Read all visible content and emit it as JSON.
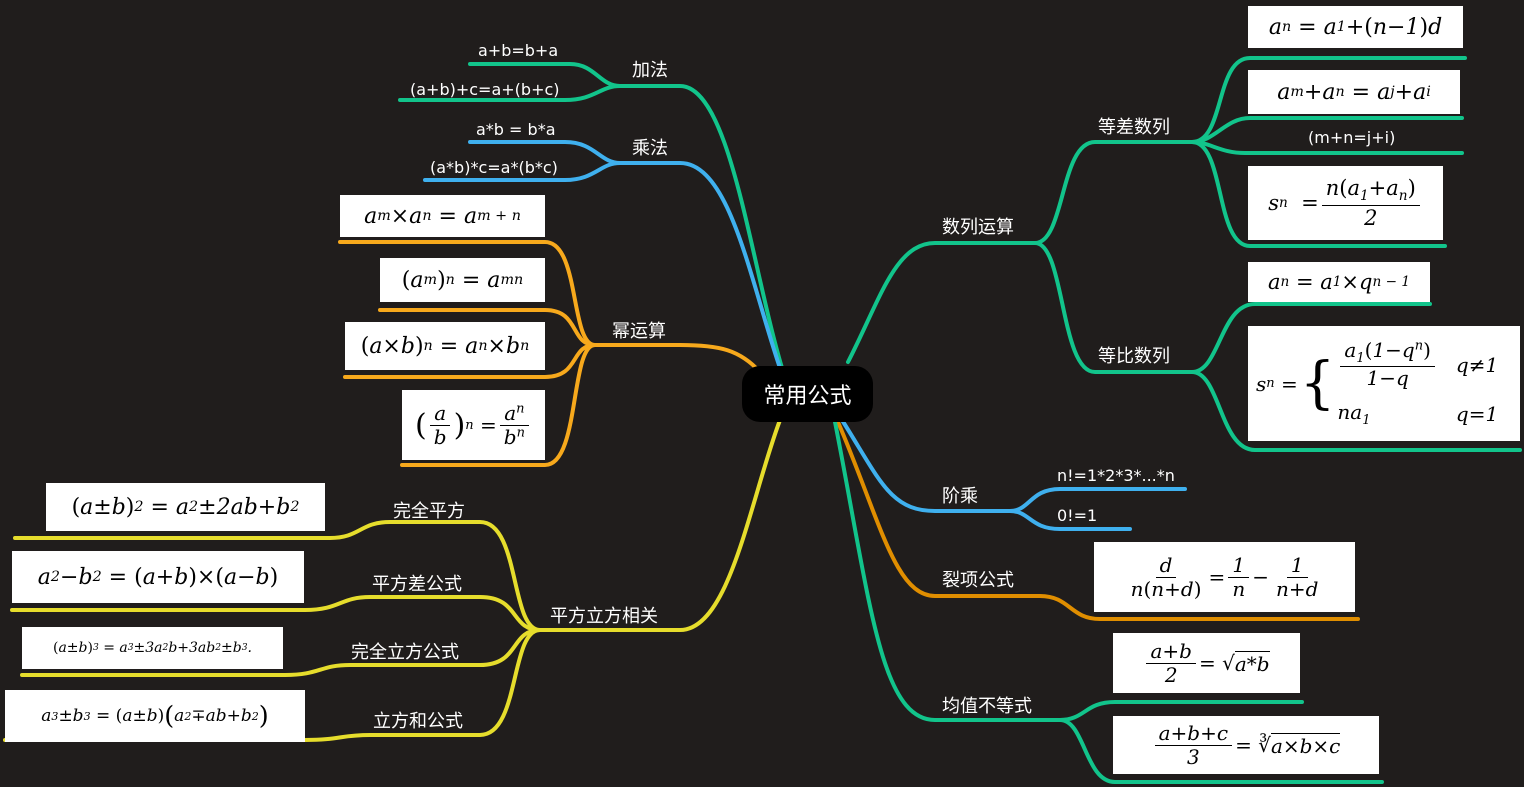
{
  "root": {
    "label": "常用公式"
  },
  "colors": {
    "background": "#201d1c",
    "green": "#12c48b",
    "blue": "#3fb0ee",
    "orange": "#f7a91c",
    "dark_orange": "#e08e00",
    "yellow": "#e6dd2c"
  },
  "left_branches": {
    "addition": {
      "label": "加法",
      "leaves": [
        "a+b=b+a",
        "(a+b)+c=a+(b+c)"
      ]
    },
    "multiplication": {
      "label": "乘法",
      "leaves": [
        "a*b = b*a",
        "(a*b)*c=a*(b*c)"
      ]
    },
    "power": {
      "label": "幂运算",
      "formulas": [
        "a^m × a^n = a^(m+n)",
        "(a^m)^n = a^(mn)",
        "(a×b)^n = a^n × b^n",
        "(a/b)^n = a^n / b^n"
      ]
    },
    "square_cube": {
      "label": "平方立方相关",
      "children": [
        {
          "label": "完全平方",
          "formula": "(a±b)² = a² ± 2ab + b²"
        },
        {
          "label": "平方差公式",
          "formula": "a² − b² = (a+b)×(a−b)"
        },
        {
          "label": "完全立方公式",
          "formula": "(a±b)³ = a³ ± 3a²b + 3ab² ± b³."
        },
        {
          "label": "立方和公式",
          "formula": "a³ ± b³ = (a±b)(a² ∓ ab + b²)"
        }
      ]
    }
  },
  "right_branches": {
    "sequence": {
      "label": "数列运算",
      "arithmetic": {
        "label": "等差数列",
        "formulas": [
          "a_n = a_1 + (n−1)d",
          "a_m + a_n = a_j + a_i",
          "s_n = n(a_1 + a_n)/2"
        ],
        "note": "(m+n=j+i)"
      },
      "geometric": {
        "label": "等比数列",
        "formulas": [
          "a_n = a_1 × q^(n−1)",
          "s_n = { a_1(1−q^n)/(1−q), q≠1 ; na_1, q=1 }"
        ]
      }
    },
    "factorial": {
      "label": "阶乘",
      "leaves": [
        "n!=1*2*3*...*n",
        "0!=1"
      ]
    },
    "split_term": {
      "label": "裂项公式",
      "formula": "d/(n(n+d)) = 1/n − 1/(n+d)"
    },
    "mean_inequality": {
      "label": "均值不等式",
      "formulas": [
        "(a+b)/2 = √(a*b)",
        "(a+b+c)/3 = ∛(a×b×c)"
      ]
    }
  }
}
